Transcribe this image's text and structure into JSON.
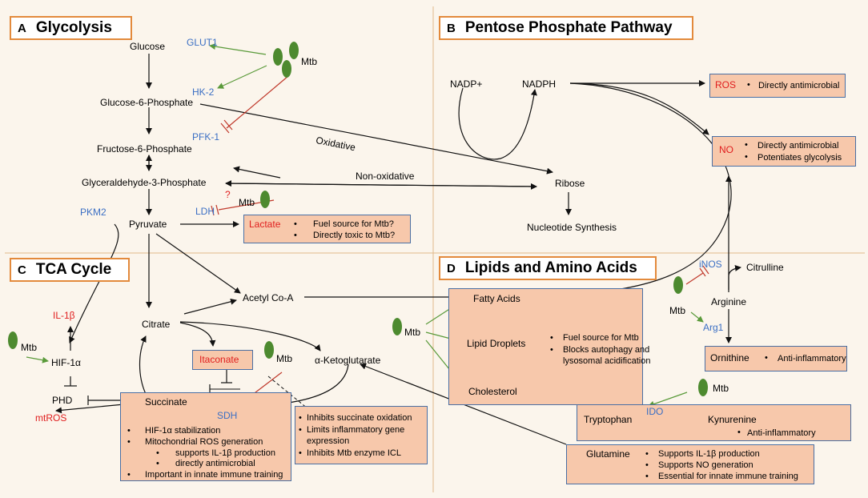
{
  "panels": {
    "A": {
      "letter": "A",
      "title": "Glycolysis"
    },
    "B": {
      "letter": "B",
      "title": "Pentose Phosphate Pathway"
    },
    "C": {
      "letter": "C",
      "title": "TCA Cycle"
    },
    "D": {
      "letter": "D",
      "title": "Lipids and Amino Acids"
    }
  },
  "colors": {
    "enzyme": "#3b6fc4",
    "product": "#e01e1e",
    "box_fill": "#f7c8ab",
    "panel_border": "#e38a3c",
    "bacterium": "#4d8a2f",
    "green_arrow": "#5a9a3a",
    "inhibit": "#c0392b"
  },
  "glycolysis": {
    "glucose": "Glucose",
    "g6p": "Glucose-6-Phosphate",
    "f6p": "Fructose-6-Phosphate",
    "g3p": "Glyceraldehyde-3-Phosphate",
    "pyruvate": "Pyruvate",
    "glut1": "GLUT1",
    "hk2": "HK-2",
    "pfk1": "PFK-1",
    "pkm2": "PKM2",
    "ldh": "LDH",
    "question": "?",
    "oxidative": "Oxidative",
    "non_oxidative": "Non-oxidative",
    "lactate_box": {
      "title": "Lactate",
      "items": [
        "Fuel source for Mtb?",
        "Directly toxic to Mtb?"
      ]
    }
  },
  "ppp": {
    "nadp": "NADP+",
    "nadph": "NADPH",
    "ribose": "Ribose",
    "nucleotide": "Nucleotide Synthesis",
    "ros_box": {
      "title": "ROS",
      "items": [
        "Directly antimicrobial"
      ]
    },
    "no_box": {
      "title": "NO",
      "items": [
        "Directly antimicrobial",
        "Potentiates glycolysis"
      ]
    }
  },
  "tca": {
    "acetyl": "Acetyl Co-A",
    "citrate": "Citrate",
    "akg": "α-Ketoglutarate",
    "itaconate": "Itaconate",
    "sdh": "SDH",
    "il1b": "IL-1β",
    "hif": "HIF-1α",
    "phd": "PHD",
    "mtros": "mtROS",
    "succinate_box": {
      "title": "Succinate",
      "items": [
        "HIF-1α stabilization",
        "Mitochondrial ROS generation",
        "supports IL-1β production",
        "directly antimicrobial",
        "Important in innate immune training"
      ]
    },
    "itaconate_box": {
      "items": [
        "Inhibits succinate oxidation",
        "Limits inflammatory gene",
        "expression",
        "Inhibits Mtb enzyme ICL"
      ]
    }
  },
  "lipids": {
    "box": {
      "fatty": "Fatty Acids",
      "droplets": "Lipid Droplets",
      "cholesterol": "Cholesterol",
      "items": [
        "Fuel source for Mtb",
        "Blocks autophagy and",
        "lysosomal acidification"
      ]
    },
    "inos": "iNOS",
    "citrulline": "Citrulline",
    "arginine": "Arginine",
    "arg1": "Arg1",
    "ornithine_box": {
      "title": "Ornithine",
      "items": [
        "Anti-inflammatory"
      ]
    },
    "ido": "IDO",
    "tryptophan_box": {
      "tryptophan": "Tryptophan",
      "kynurenine": "Kynurenine",
      "items": [
        "Anti-inflammatory"
      ]
    },
    "glutamine_box": {
      "title": "Glutamine",
      "items": [
        "Supports IL-1β production",
        "Supports NO generation",
        "Essential for innate immune training"
      ]
    }
  },
  "mtb_label": "Mtb"
}
